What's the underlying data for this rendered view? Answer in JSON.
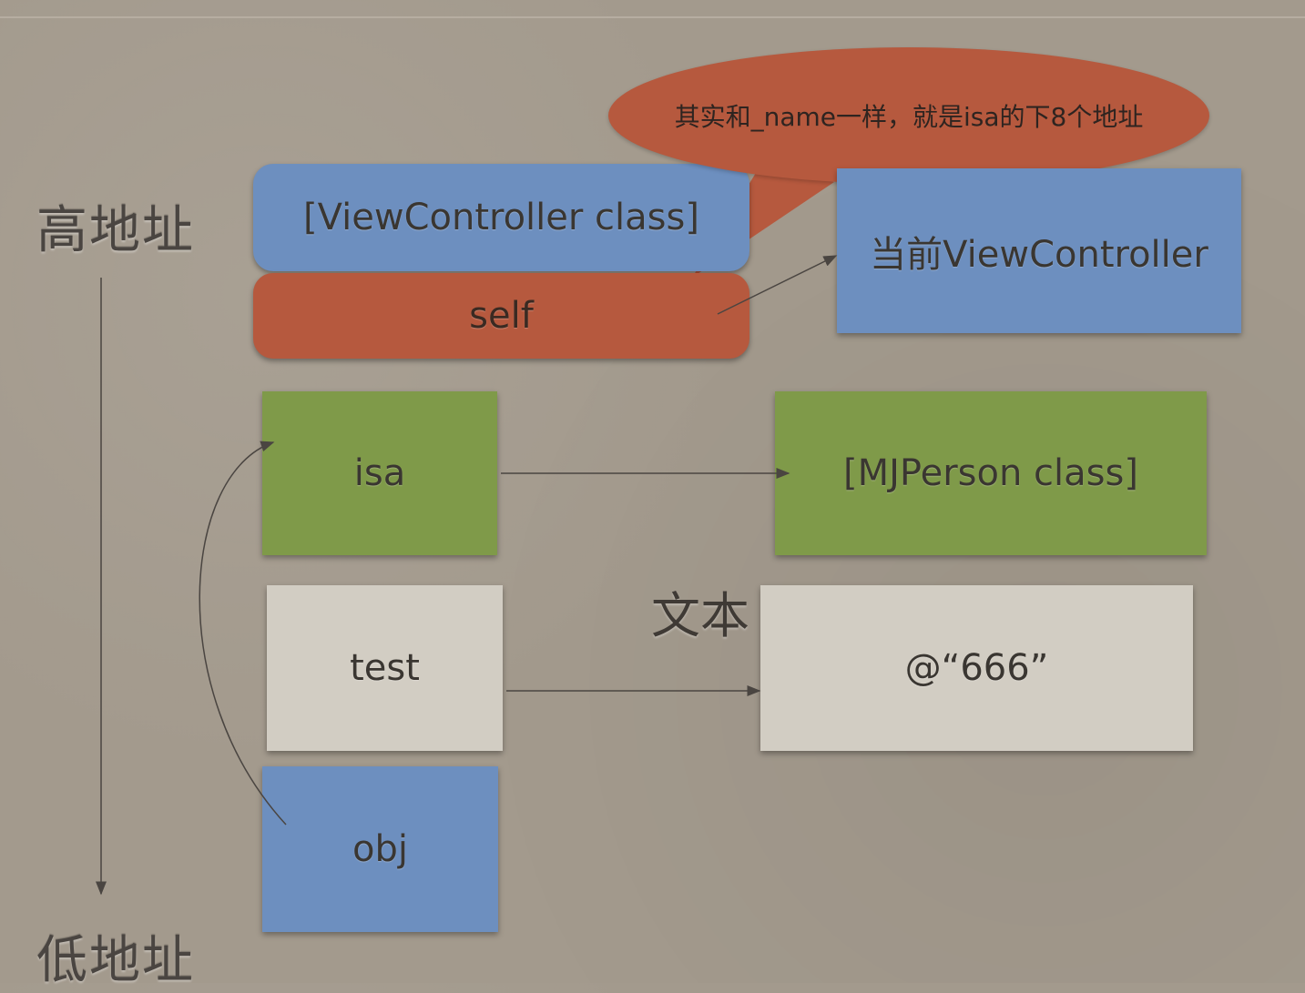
{
  "labels": {
    "high_address": "高地址",
    "low_address": "低地址",
    "floating_text": "文本"
  },
  "callout": {
    "text": "其实和_name一样，就是isa的下8个地址"
  },
  "boxes": {
    "vc_class": "[ViewController class]",
    "self": "self",
    "current_vc": "当前ViewController",
    "isa": "isa",
    "mjperson_class": "[MJPerson class]",
    "test": "test",
    "string_value": "@“666”",
    "obj": "obj"
  },
  "colors": {
    "background": "#a39a8d",
    "blue": "#6d8fbf",
    "red": "#b6593e",
    "green": "#7f9a49",
    "light": "#d2cdc3"
  }
}
